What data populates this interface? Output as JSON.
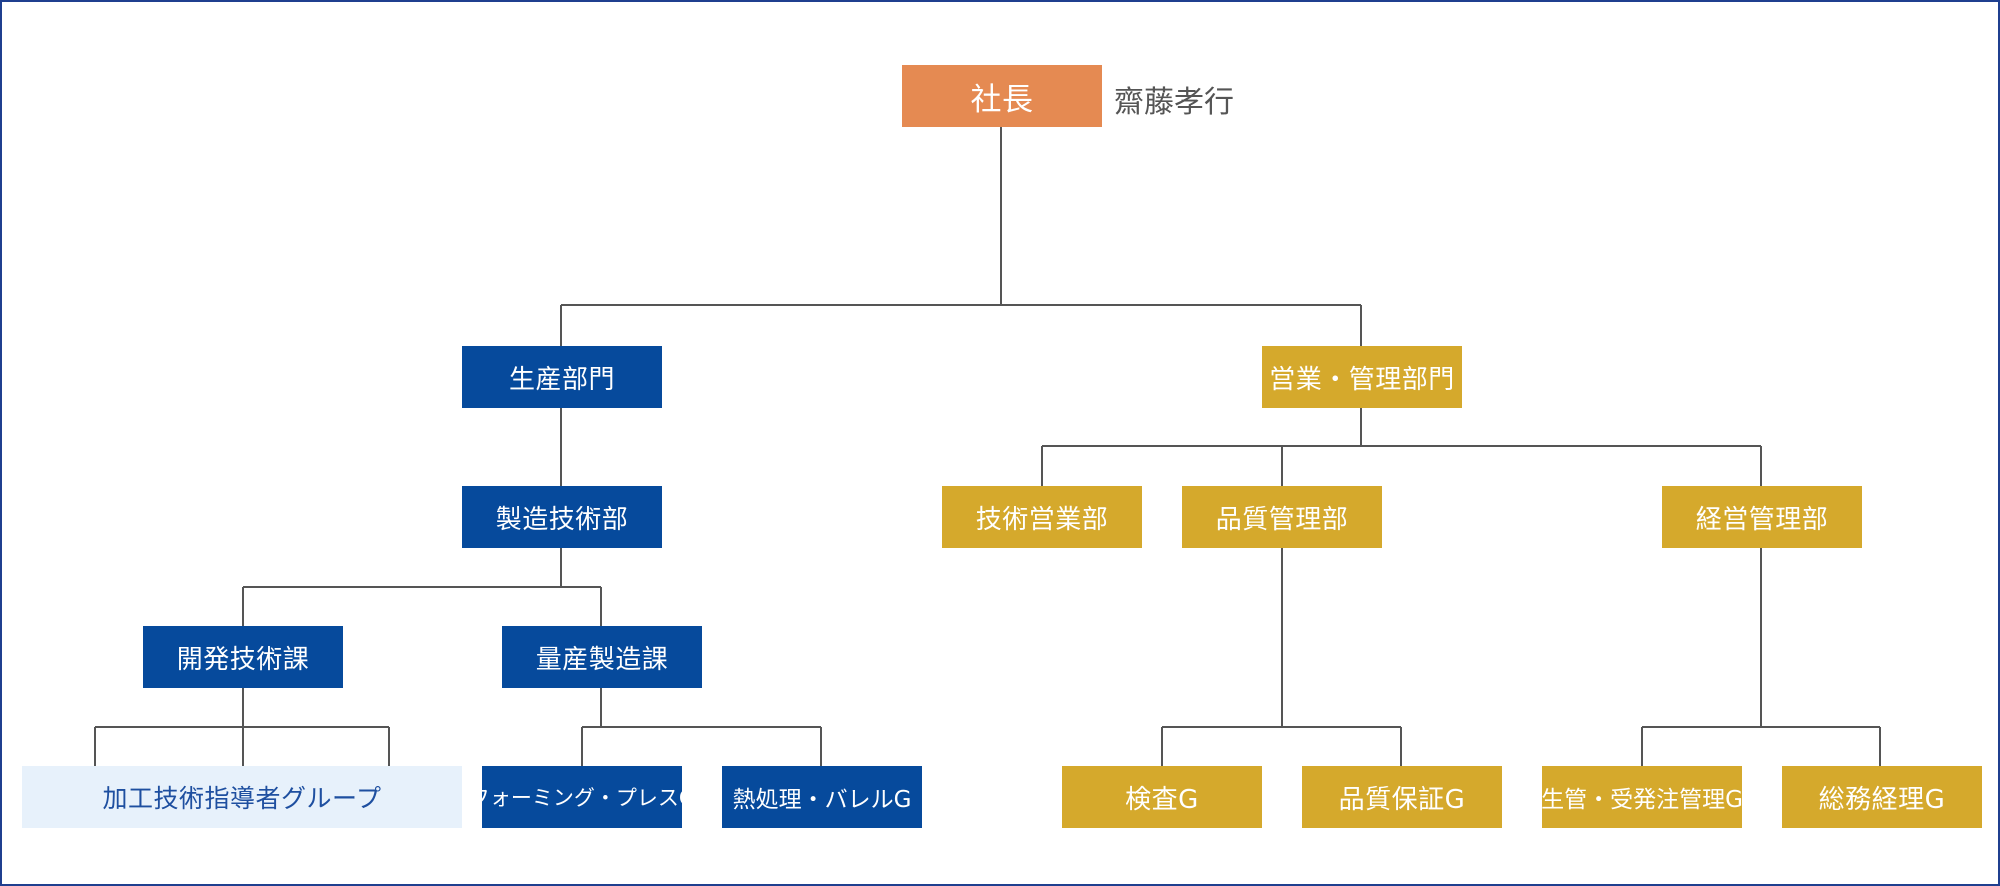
{
  "president": {
    "title": "社長",
    "name": "齋藤孝行"
  },
  "production": {
    "division": "生産部門",
    "manufacturing_tech": "製造技術部",
    "dev_tech_section": "開発技術課",
    "mass_production_section": "量産製造課",
    "machining_group": "加工技術指導者グループ",
    "forming_press_group": "フォーミング・プレスG",
    "heat_barrel_group": "熱処理・バレルG"
  },
  "sales_admin": {
    "division": "営業・管理部門",
    "tech_sales": "技術営業部",
    "quality_mgmt": "品質管理部",
    "business_mgmt": "経営管理部",
    "inspection_group": "検査G",
    "quality_assurance_group": "品質保証G",
    "production_order_group": "生管・受発注管理G",
    "general_accounting_group": "総務経理G"
  },
  "colors": {
    "president": "#e58a52",
    "production": "#064a9c",
    "sales_admin": "#d5a92c",
    "group_light": "#e7f1fb",
    "connector": "#555555",
    "frame": "#1f3f8f"
  }
}
